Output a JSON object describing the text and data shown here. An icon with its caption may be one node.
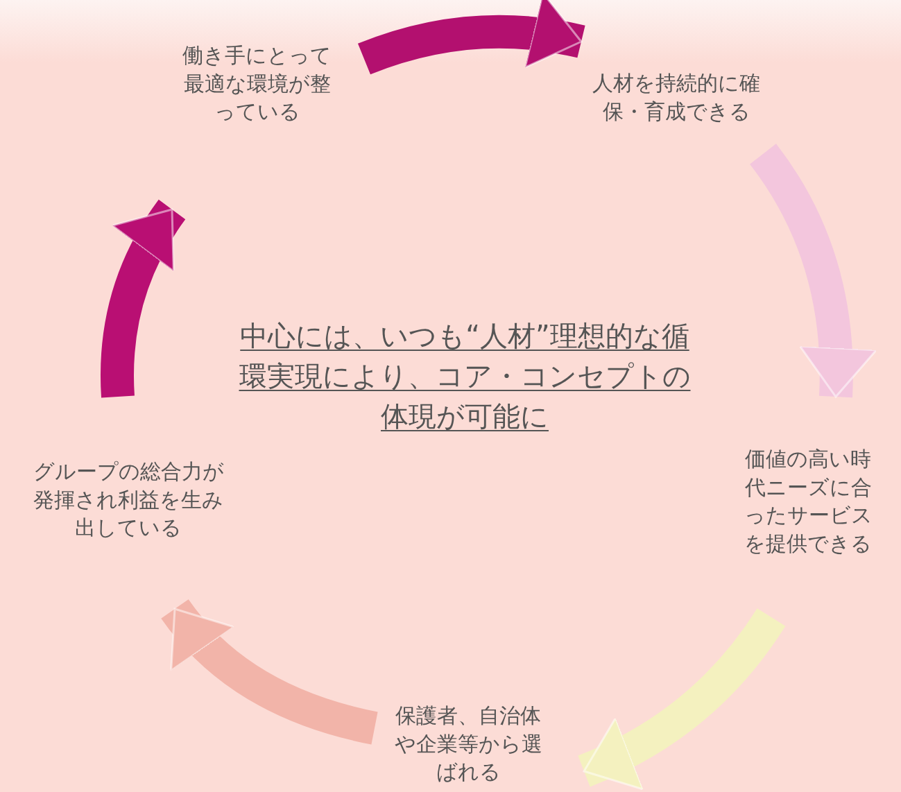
{
  "diagram": {
    "nodes": [
      {
        "text": [
          "働き手にとって最適な環境が整っている"
        ]
      },
      {
        "text": [
          "人材を持続的に確保・育成できる"
        ]
      },
      {
        "text": [
          "価値の高い時代ニーズに合ったサービスを提供できる"
        ]
      },
      {
        "text": [
          "保護者、自治体や企業等から選ばれる"
        ]
      },
      {
        "text": [
          "グループの総合力が発揮され利益を生み出している"
        ]
      }
    ],
    "edges": [
      {
        "from": 0,
        "to": 1,
        "arrow": "to",
        "color": "#b3106f"
      },
      {
        "from": 1,
        "to": 2,
        "arrow": "to",
        "color": "#f3c6dd"
      },
      {
        "from": 2,
        "to": 3,
        "arrow": "to",
        "color": "#f4f1bf"
      },
      {
        "from": 3,
        "to": 4,
        "arrow": "to",
        "color": "#f2b4a9"
      },
      {
        "from": 4,
        "to": 0,
        "arrow": "to",
        "color": "#b90f73"
      }
    ],
    "labels": [
      "中心には、いつも“人材”理想的な循環実現により、コア・コンセプトの体現が可能に"
    ]
  }
}
